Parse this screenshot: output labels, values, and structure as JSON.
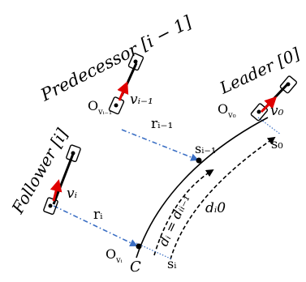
{
  "vehicles": {
    "predecessor": {
      "title": "Predecessor [i − 1]",
      "velocity": "vᵢ₋₁",
      "origin": "O",
      "origin_sub": "vᵢ₋₁"
    },
    "leader": {
      "title": "Leader [0]",
      "velocity": "v₀",
      "origin": "O",
      "origin_sub": "v₀"
    },
    "follower": {
      "title": "Follower [i]",
      "velocity": "vᵢ",
      "origin": "O",
      "origin_sub": "vᵢ"
    }
  },
  "distances": {
    "r_prev": "rᵢ₋₁",
    "r_i": "rᵢ",
    "d_i": "dᵢ = dᵢᵢ₋₁",
    "d_i0": "dᵢ0"
  },
  "points": {
    "s_prev": "sᵢ₋₁",
    "s0": "s₀",
    "s_i": "sᵢ",
    "curve_label": "C"
  },
  "colors": {
    "velocity_arrow": "#e00000",
    "dashdot": "#3b6fc4",
    "dotted_span": "#3b6fc4"
  }
}
